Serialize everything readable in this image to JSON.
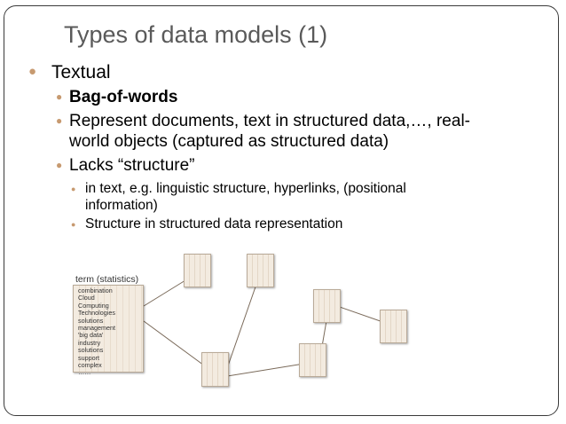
{
  "slide": {
    "title": "Types of data models (1)",
    "items": [
      {
        "level": 1,
        "text": "Textual"
      },
      {
        "level": 2,
        "text": "Bag-of-words",
        "bold": true
      },
      {
        "level": 2,
        "line1": "Represent documents, text in structured data,…, real-",
        "line2": "world objects (captured as structured data)"
      },
      {
        "level": 2,
        "text": "Lacks “structure”"
      },
      {
        "level": 3,
        "line1": "in text, e.g. linguistic structure, hyperlinks, (positional",
        "line2": "information)"
      },
      {
        "level": 3,
        "text": "Structure in structured data representation"
      }
    ],
    "diagram": {
      "term_label": "term (statistics)",
      "terms": [
        "combination",
        "Cloud",
        "Computing",
        "Technologies",
        "solutions",
        "management",
        "'big data'",
        "industry",
        "solutions",
        "support",
        "complex",
        "……"
      ]
    },
    "colors": {
      "bullet": "#c79a70",
      "title": "#5a5a5a",
      "box_fill": "#f3ebe0",
      "box_border": "#b9aa98",
      "link_line": "#7a6a5a"
    }
  }
}
